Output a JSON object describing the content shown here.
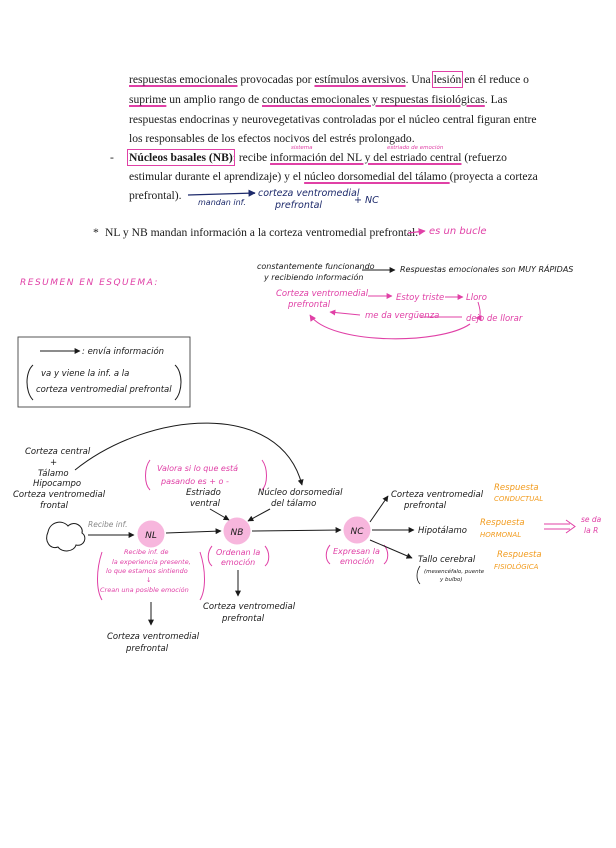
{
  "text": {
    "l1a": "respuestas emocionales",
    "l1b": " provocadas por ",
    "l1c": "estímulos aversivos",
    "l1d": ". Una ",
    "l1e": "lesión",
    "l1f": " en él reduce o",
    "l2a": "suprime",
    "l2b": " un amplio rango de ",
    "l2c": "conductas emocionales y respuestas fisiológicas",
    "l2d": ". Las",
    "l3": "respuestas endocrinas y neurovegetativas controladas por el núcleo central figuran entre",
    "l4": "los responsables de los efectos nocivos del estrés prolongado.",
    "bullet": "-",
    "l5a": "Núcleos basales (NB)",
    "l5b": ": recibe ",
    "l5c": "información del NL y del estriado central",
    "l5d": " (refuerzo",
    "l6a": "estimular durante el aprendizaje) y el ",
    "l6b": "núcleo dorsomedial del tálamo ",
    "l6c": "(proyecta a corteza",
    "l7": "prefrontal).",
    "star": "*",
    "l8": "NL y NB mandan información a la corteza ventromedial prefrontal."
  },
  "notes": {
    "sistema": "sistema",
    "estriado_emocion": "estriado de emoción",
    "mandan_inf": "mandan inf.",
    "corteza_vmpf_1": "corteza ventromedial",
    "corteza_vmpf_2": "prefrontal",
    "plus_nc": "+   NC",
    "es_un_bucle": "es un bucle"
  },
  "resumen": {
    "title": "RESUMEN EN ESQUEMA:",
    "const_1": "constantemente funcionando",
    "const_2": "y recibiendo información",
    "resp_rapidas": "Respuestas emocionales son MUY RÁPIDAS",
    "cvmpf_1": "Corteza ventromedial",
    "cvmpf_2": "prefrontal",
    "estoy_triste": "Estoy triste",
    "lloro": "Lloro",
    "me_da_verguenza": "me da vergüenza",
    "dejo_de_llorar": "dejo de llorar"
  },
  "legend": {
    "arrow_label": ": envía información",
    "line2": "va y viene la inf. a la",
    "line3": "corteza ventromedial prefrontal"
  },
  "diagram": {
    "left_1": "Corteza central",
    "left_plus": "+",
    "left_2": "Tálamo",
    "left_3": "Hipocampo",
    "left_4": "Corteza ventromedial",
    "left_5": "frontal",
    "recibe_inf": "Recibe inf.",
    "nl": "NL",
    "nb": "NB",
    "nc": "NC",
    "valora_1": "Valora si lo que está",
    "valora_2": "pasando es + o -",
    "estriado_1": "Estriado",
    "estriado_2": "ventral",
    "nucleo_1": "Núcleo dorsomedial",
    "nucleo_2": "del tálamo",
    "nl_note_1": "Recibe inf. de",
    "nl_note_2": "la experiencia presente,",
    "nl_note_3": "lo que estamos sintiendo",
    "nl_note_4": "↓",
    "nl_note_5": "Crean una posible emoción",
    "ordenan_1": "Ordenan la",
    "ordenan_2": "emoción",
    "expresan_1": "Expresan la",
    "expresan_2": "emoción",
    "nl_out_1": "Corteza ventromedial",
    "nl_out_2": "prefrontal",
    "nb_out_1": "Corteza ventromedial",
    "nb_out_2": "prefrontal",
    "nc_out1_1": "Corteza ventromedial",
    "nc_out1_2": "prefrontal",
    "nc_out2": "Hipotálamo",
    "nc_out3": "Tallo cerebral",
    "nc_out3_sub1": "(mesencéfalo, puente",
    "nc_out3_sub2": "y bulbo)",
    "resp_cond_1": "Respuesta",
    "resp_cond_2": "CONDUCTUAL",
    "resp_horm_1": "Respuesta",
    "resp_horm_2": "HORMONAL",
    "resp_fis_1": "Respuesta",
    "resp_fis_2": "FISIOLÓGICA",
    "se_da_1": "se da",
    "se_da_2": "la R"
  },
  "colors": {
    "ink": "#1a1a1a",
    "pink": "#e040a6",
    "pink_fill": "#f7b6dd",
    "orange": "#f29b1d",
    "navy": "#1d2a6b"
  }
}
